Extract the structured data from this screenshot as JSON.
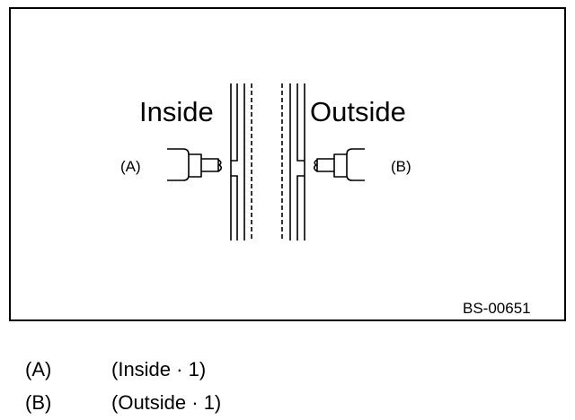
{
  "figure": {
    "inside_label": "Inside",
    "outside_label": "Outside",
    "callout_a": "(A)",
    "callout_b": "(B)",
    "code": "BS-00651"
  },
  "legend": [
    {
      "key": "(A)",
      "desc": "(Inside · 1)"
    },
    {
      "key": "(B)",
      "desc": "(Outside · 1)"
    }
  ]
}
